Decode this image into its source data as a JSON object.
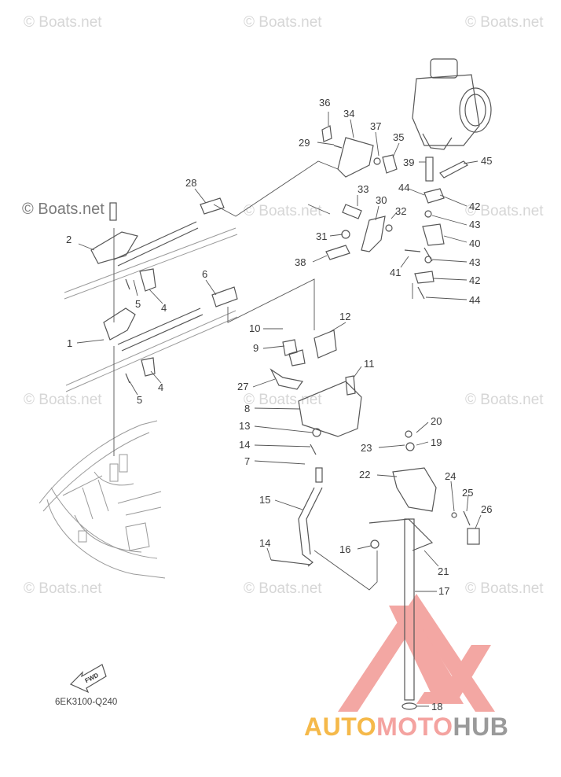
{
  "watermark": "© Boats.net",
  "diagram_code": "6EK3100-Q240",
  "fwd_label": "FWD",
  "logo": {
    "part1": "AUTO",
    "part2": "MOTO",
    "part3": "HUB"
  },
  "colors": {
    "logo_red": "#f08a85",
    "logo_orange": "#f5b94a",
    "logo_gray": "#9a9a9a",
    "line": "#555555"
  },
  "callouts": [
    {
      "id": "c36",
      "label": "36"
    },
    {
      "id": "c34",
      "label": "34"
    },
    {
      "id": "c37",
      "label": "37"
    },
    {
      "id": "c35",
      "label": "35"
    },
    {
      "id": "c29",
      "label": "29"
    },
    {
      "id": "c39",
      "label": "39"
    },
    {
      "id": "c45",
      "label": "45"
    },
    {
      "id": "c28",
      "label": "28"
    },
    {
      "id": "c33",
      "label": "33"
    },
    {
      "id": "c44a",
      "label": "44"
    },
    {
      "id": "c42a",
      "label": "42"
    },
    {
      "id": "c30",
      "label": "30"
    },
    {
      "id": "c32",
      "label": "32"
    },
    {
      "id": "c43a",
      "label": "43"
    },
    {
      "id": "c31",
      "label": "31"
    },
    {
      "id": "c40",
      "label": "40"
    },
    {
      "id": "c38",
      "label": "38"
    },
    {
      "id": "c43b",
      "label": "43"
    },
    {
      "id": "c41",
      "label": "41"
    },
    {
      "id": "c42b",
      "label": "42"
    },
    {
      "id": "c44b",
      "label": "44"
    },
    {
      "id": "c2",
      "label": "2"
    },
    {
      "id": "c5a",
      "label": "5"
    },
    {
      "id": "c4a",
      "label": "4"
    },
    {
      "id": "c6",
      "label": "6"
    },
    {
      "id": "c12",
      "label": "12"
    },
    {
      "id": "c10",
      "label": "10"
    },
    {
      "id": "c1",
      "label": "1"
    },
    {
      "id": "c9",
      "label": "9"
    },
    {
      "id": "c4b",
      "label": "4"
    },
    {
      "id": "c11",
      "label": "11"
    },
    {
      "id": "c5b",
      "label": "5"
    },
    {
      "id": "c27",
      "label": "27"
    },
    {
      "id": "c8",
      "label": "8"
    },
    {
      "id": "c20",
      "label": "20"
    },
    {
      "id": "c13",
      "label": "13"
    },
    {
      "id": "c23",
      "label": "23"
    },
    {
      "id": "c19",
      "label": "19"
    },
    {
      "id": "c14a",
      "label": "14"
    },
    {
      "id": "c7",
      "label": "7"
    },
    {
      "id": "c22",
      "label": "22"
    },
    {
      "id": "c24",
      "label": "24"
    },
    {
      "id": "c25",
      "label": "25"
    },
    {
      "id": "c15",
      "label": "15"
    },
    {
      "id": "c26",
      "label": "26"
    },
    {
      "id": "c14b",
      "label": "14"
    },
    {
      "id": "c16",
      "label": "16"
    },
    {
      "id": "c21",
      "label": "21"
    },
    {
      "id": "c17",
      "label": "17"
    },
    {
      "id": "c18",
      "label": "18"
    }
  ]
}
